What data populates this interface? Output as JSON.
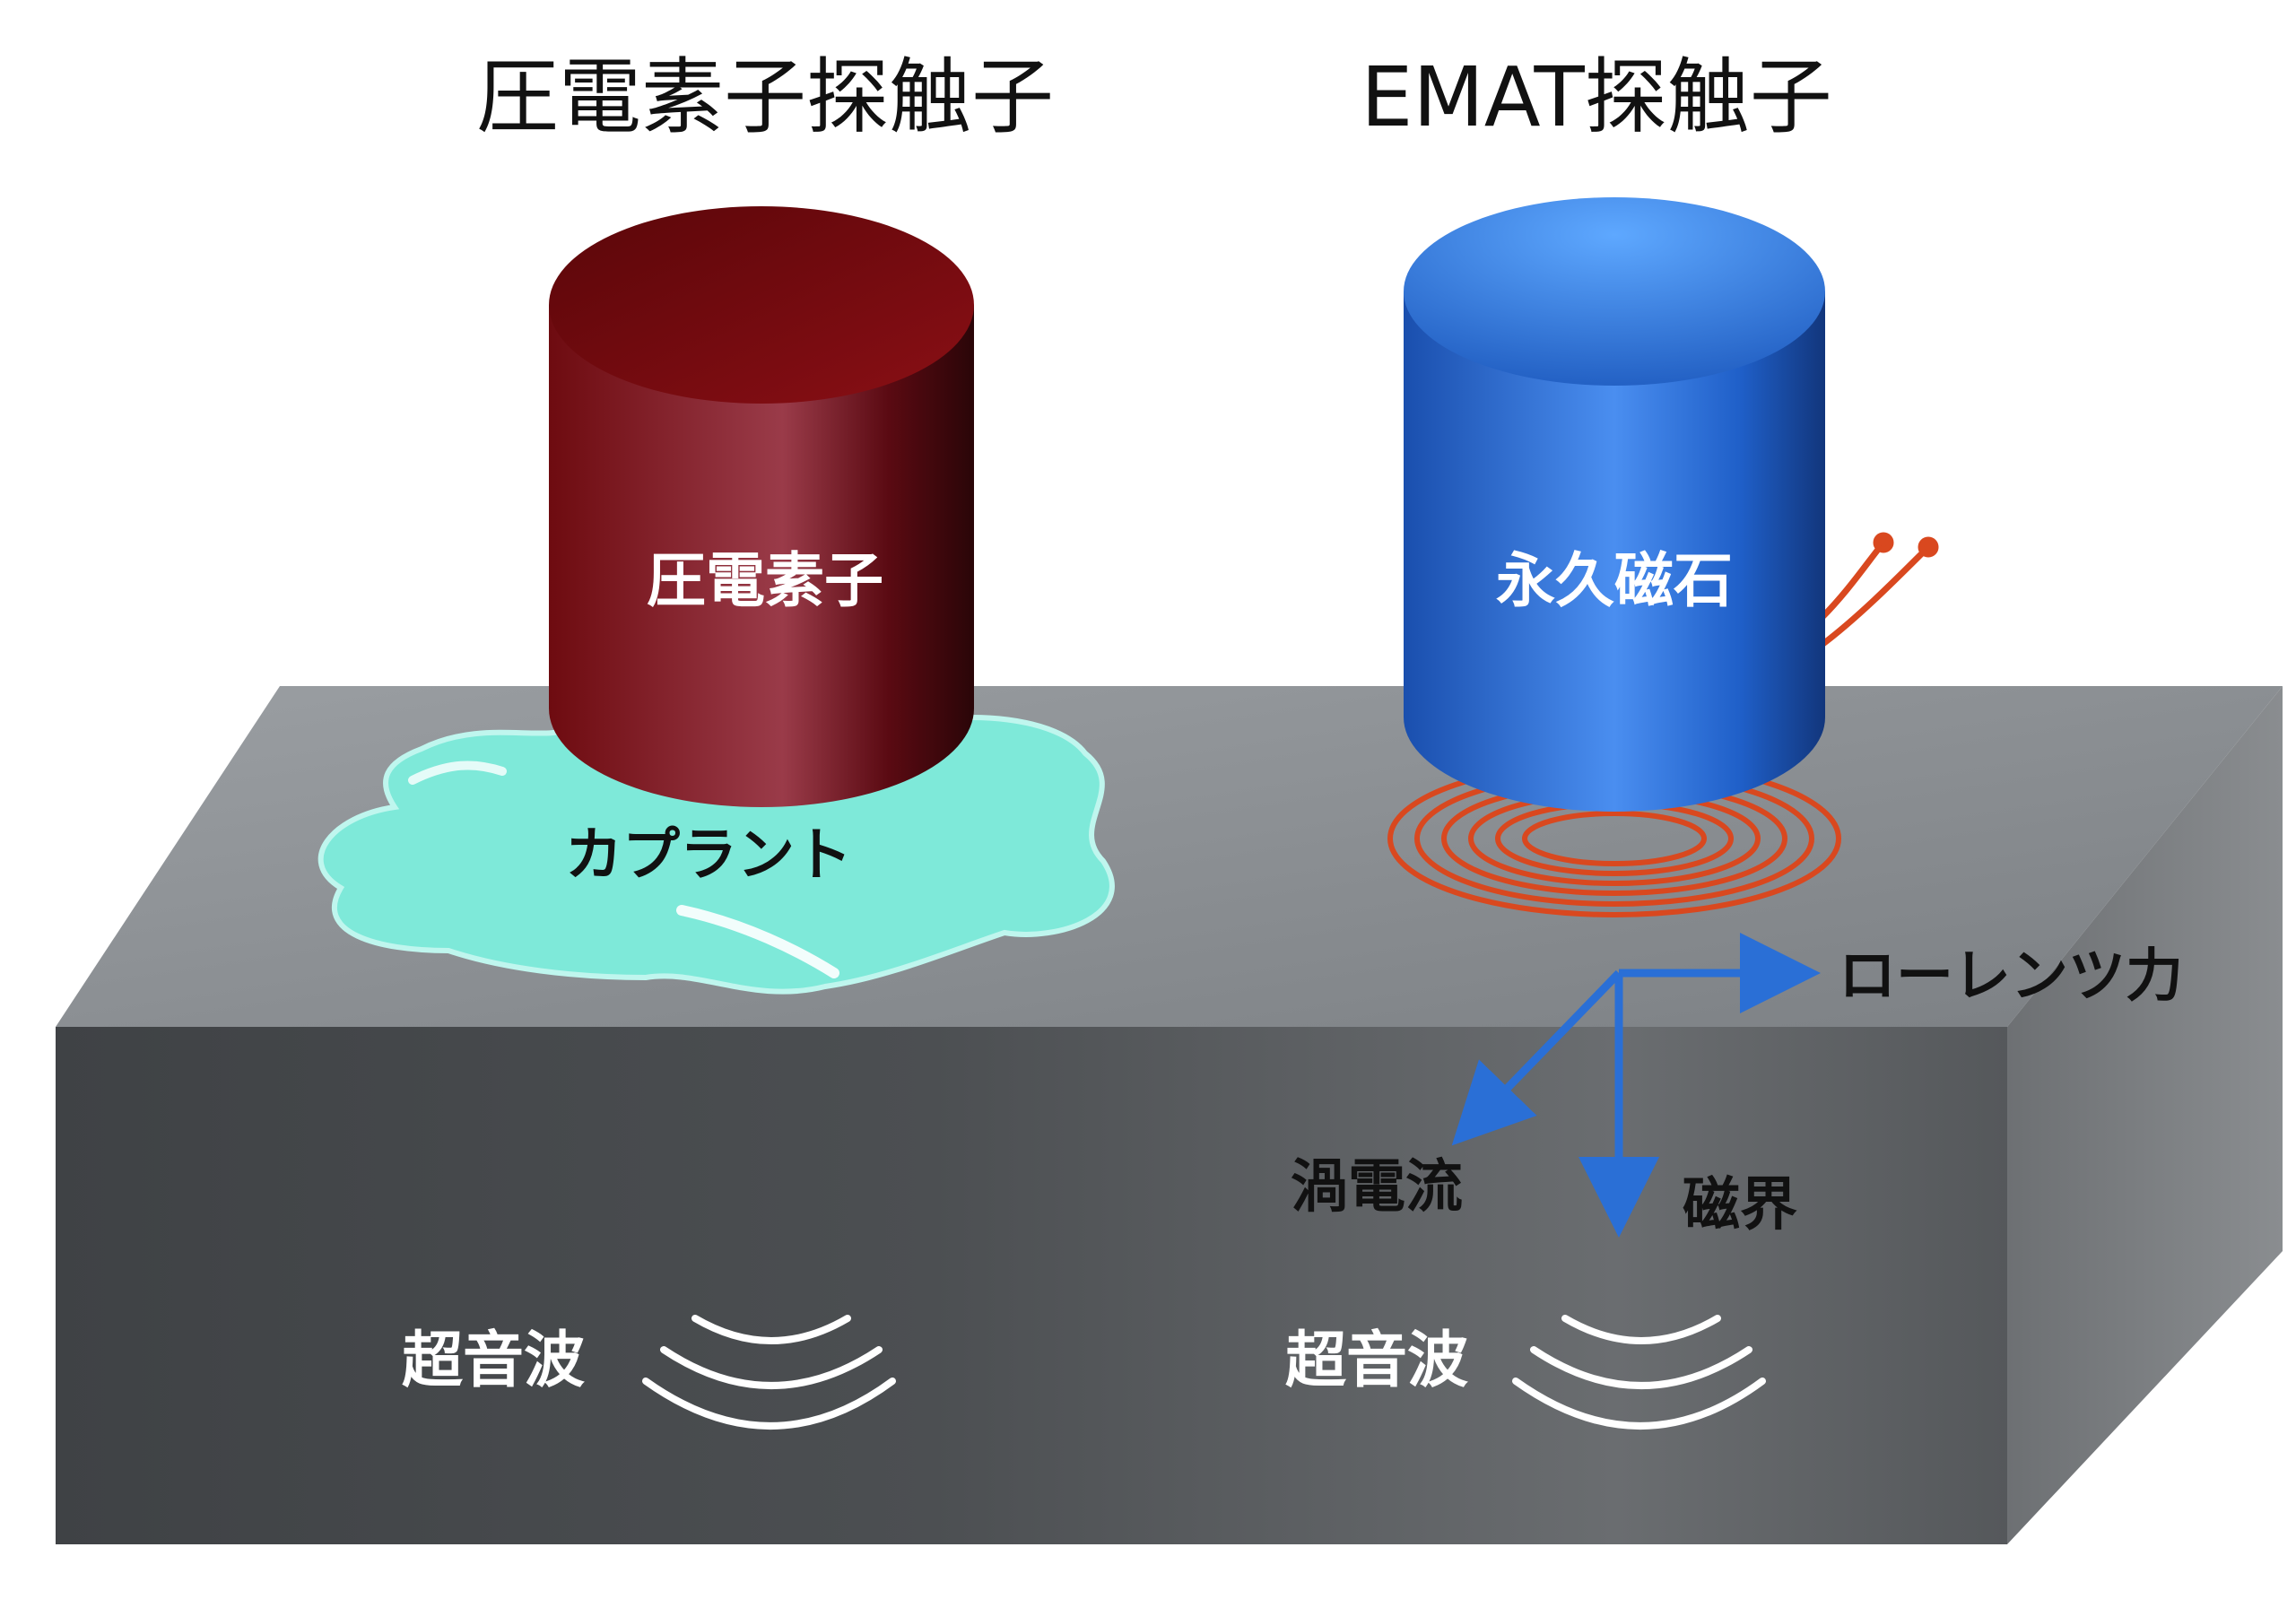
{
  "titles": {
    "piezo_probe": "圧電素子探触子",
    "emat_probe": "EMAT探触子"
  },
  "labels": {
    "piezo_element": "圧電素子",
    "permanent_magnet": "永久磁石",
    "couplant": "カプラント",
    "lorentz_force": "ローレンツ力",
    "eddy_current": "渦電流",
    "magnetic_field": "磁界",
    "ultrasound_left": "超音波",
    "ultrasound_right": "超音波"
  },
  "colors": {
    "piezo_cylinder": "#6e0d12",
    "magnet_cylinder": "#1f63c4",
    "couplant": "#7ee9d9",
    "coil": "#d9481f",
    "arrow": "#2a6fd6",
    "block_top": "#8f9397",
    "block_front": "#4a4d50",
    "block_side": "#6a6d70"
  }
}
